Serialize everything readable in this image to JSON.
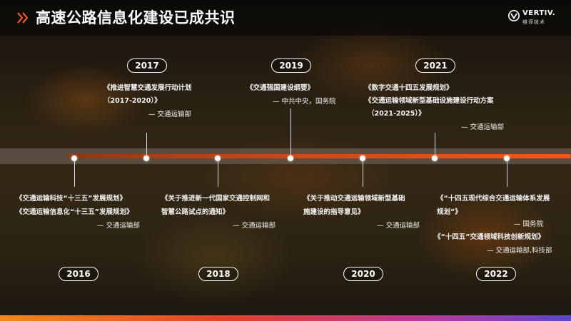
{
  "title": "高速公路信息化建设已成共识",
  "brand": {
    "name": "VERTIV.",
    "subtitle": "维谛技术"
  },
  "colors": {
    "accent": "#f0581c",
    "arrow": "#e85a2a"
  },
  "icons": [
    "double-arrow-icon",
    "vertiv-logo-icon"
  ],
  "timeline": {
    "y2017": {
      "year": "2017",
      "line1": "《推进智慧交通发展行动计划",
      "line2": "（2017-2020）》",
      "issuer": "— 交通运输部"
    },
    "y2019": {
      "year": "2019",
      "line1": "《交通强国建设纲要》",
      "issuer": "— 中共中央，国务院"
    },
    "y2021": {
      "year": "2021",
      "line1": "《数字交通十四五发展规划》",
      "line2": "《交通运输领域新型基础设施建设行动方案",
      "line3": "（2021-2025）》",
      "issuer": "— 交通运输部"
    },
    "y2016": {
      "year": "2016",
      "line1": "《交通运输科技“十三五”发展规划》",
      "line2": "《交通运输信息化“十三五”发展规划》",
      "issuer": "— 交通运输部"
    },
    "y2018": {
      "year": "2018",
      "line1": "《关于推进新一代国家交通控制网和",
      "line2": "智慧公路试点的通知》",
      "issuer": "— 交通运输部"
    },
    "y2020": {
      "year": "2020",
      "line1": "《关于推动交通运输领域新型基础",
      "line2": "施建设的指导意见》",
      "issuer": "— 交通运输部"
    },
    "y2022": {
      "year": "2022",
      "line1": "《“十四五现代综合交通运输体系发展",
      "line2": "规划”》",
      "issuer1": "— 国务院",
      "line3": "《“十四五”交通领域科技创新规划》",
      "issuer2": "— 交通运输部,科技部"
    }
  }
}
